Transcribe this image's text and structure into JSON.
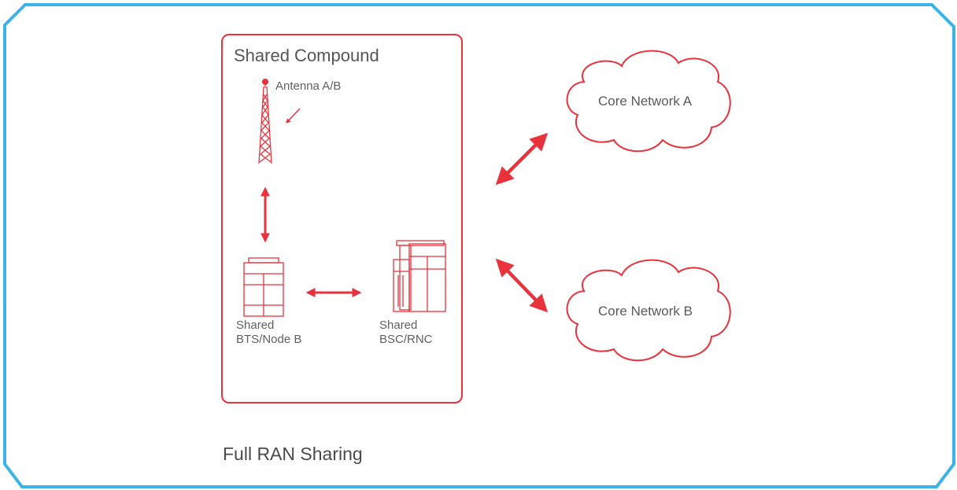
{
  "colors": {
    "frame": "#3ab4e6",
    "accent": "#e8323c",
    "text": "#5a5a5a"
  },
  "compound": {
    "title": "Shared Compound"
  },
  "antenna": {
    "label": "Antenna A/B",
    "icon": "antenna-tower-icon"
  },
  "bts": {
    "line1": "Shared",
    "line2": "BTS/Node B",
    "icon": "bts-cabinet-icon"
  },
  "bsc": {
    "line1": "Shared",
    "line2": "BSC/RNC",
    "icon": "bsc-rack-icon"
  },
  "core_networks": [
    {
      "label": "Core Network A",
      "icon": "cloud-icon"
    },
    {
      "label": "Core Network B",
      "icon": "cloud-icon"
    }
  ],
  "caption": "Full RAN Sharing"
}
